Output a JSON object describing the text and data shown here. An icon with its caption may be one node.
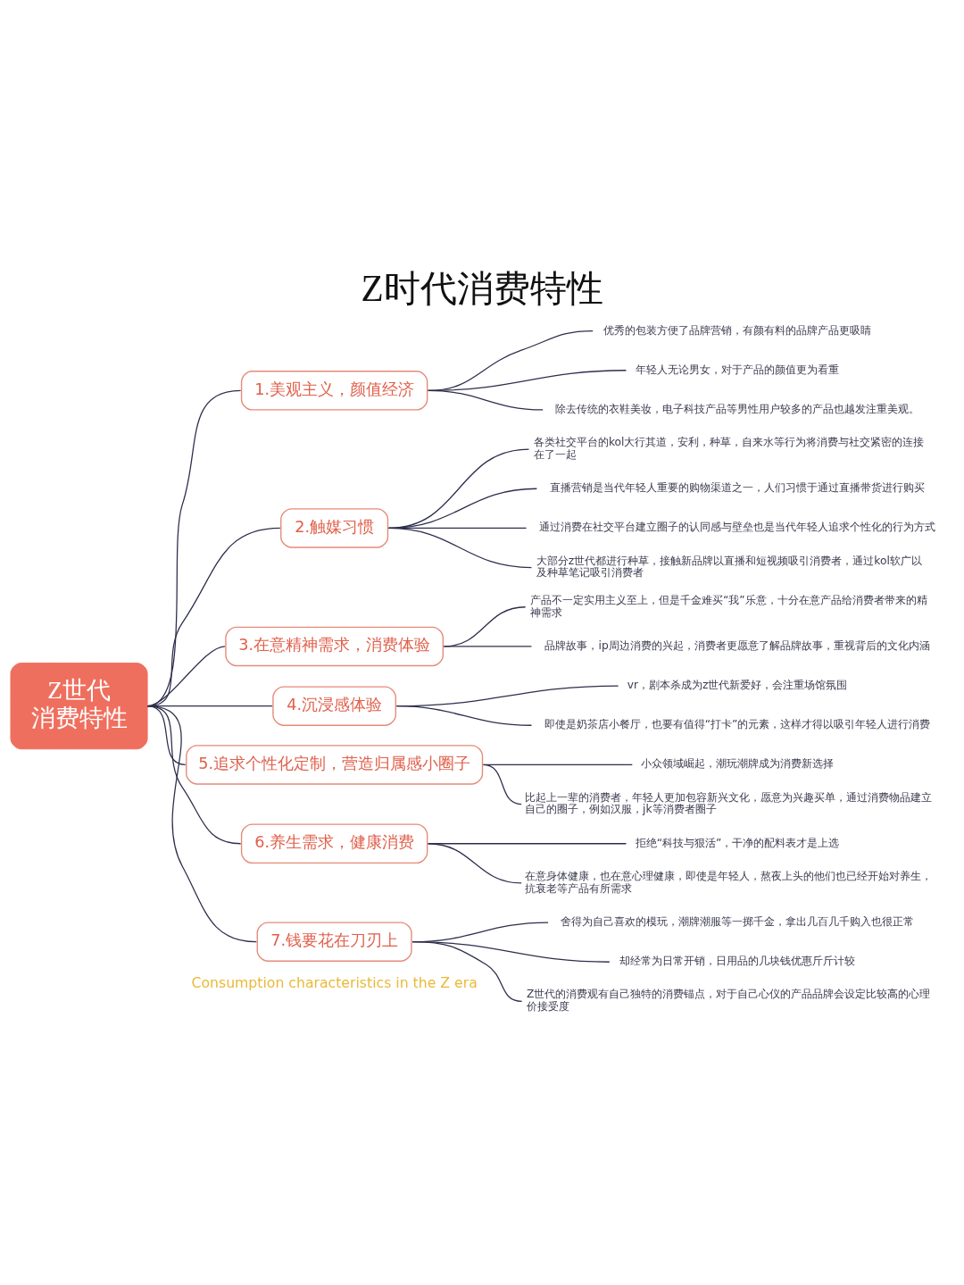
{
  "diagram": {
    "title": "Z时代消费特性",
    "nodes": [
      {
        "text": [
          "Z世代消费特性"
        ]
      },
      {
        "text": [
          "1.美观主义，颜值经济"
        ]
      },
      {
        "text": [
          "优秀的包装方便了品牌营销，有颜有料的品牌产品更吸睛"
        ]
      },
      {
        "text": [
          "年轻人无论男女，对于产品的颜值更为看重"
        ]
      },
      {
        "text": [
          "除去传统的衣鞋美妆，电子科技产品等男性用户较多的产品也越发注重美观。"
        ]
      },
      {
        "text": [
          "2.触媒习惯"
        ]
      },
      {
        "text": [
          "各类社交平台的kol大行其道，安利，种草，自来水等行为将消费与社交紧密的连接在了一起"
        ]
      },
      {
        "text": [
          "直播营销是当代年轻人重要的购物渠道之一，人们习惯于通过直播带货进行购买"
        ]
      },
      {
        "text": [
          "通过消费在社交平台建立圈子的认同感与壁垒也是当代年轻人追求个性化的行为方式"
        ]
      },
      {
        "text": [
          "大部分z世代都进行种草，接触新品牌以直播和短视频吸引消费者，通过kol软广以及种草笔记吸引消费者"
        ]
      },
      {
        "text": [
          "3.在意精神需求，消费体验"
        ]
      },
      {
        "text": [
          "产品不一定实用主义至上，但是千金难买“我”乐意，十分在意产品给消费者带来的精神需求"
        ]
      },
      {
        "text": [
          "品牌故事，ip周边消费的兴起，消费者更愿意了解品牌故事，重视背后的文化内涵"
        ]
      },
      {
        "text": [
          "4.沉浸感体验"
        ]
      },
      {
        "text": [
          "vr，剧本杀成为z世代新爱好，会注重场馆氛围"
        ]
      },
      {
        "text": [
          "即使是奶茶店小餐厅，也要有值得“打卡”的元素，这样才得以吸引年轻人进行消费"
        ]
      },
      {
        "text": [
          "5.追求个性化定制，营造归属感小圈子"
        ]
      },
      {
        "text": [
          "小众领域崛起，潮玩潮牌成为消费新选择"
        ]
      },
      {
        "text": [
          "比起上一辈的消费者，年轻人更加包容新兴文化，愿意为兴趣买单，通过消费物品建立自己的圈子，例如汉服，jk等消费者圈子"
        ]
      },
      {
        "text": [
          "6.养生需求，健康消费"
        ]
      },
      {
        "text": [
          "拒绝“科技与狠活”，干净的配料表才是上选"
        ]
      },
      {
        "text": [
          "在意身体健康，也在意心理健康，即使是年轻人，熬夜上头的他们也已经开始对养生，抗衰老等产品有所需求"
        ]
      },
      {
        "text": [
          "7.钱要花在刀刃上"
        ]
      },
      {
        "text": [
          "舍得为自己喜欢的模玩，潮牌潮服等一掷千金，拿出几百几千购入也很正常"
        ]
      },
      {
        "text": [
          "却经常为日常开销，日用品的几块钱优惠斤斤计较"
        ]
      },
      {
        "text": [
          "Z世代的消费观有自己独特的消费锚点，对于自己心仪的产品品牌会设定比较高的心理价接受度"
        ]
      }
    ],
    "edges": [
      {
        "from": 0,
        "to": 1,
        "arrow": "none"
      },
      {
        "from": 0,
        "to": 5,
        "arrow": "none"
      },
      {
        "from": 0,
        "to": 10,
        "arrow": "none"
      },
      {
        "from": 0,
        "to": 13,
        "arrow": "none"
      },
      {
        "from": 0,
        "to": 16,
        "arrow": "none"
      },
      {
        "from": 0,
        "to": 19,
        "arrow": "none"
      },
      {
        "from": 0,
        "to": 22,
        "arrow": "none"
      },
      {
        "from": 1,
        "to": 2,
        "arrow": "none"
      },
      {
        "from": 1,
        "to": 3,
        "arrow": "none"
      },
      {
        "from": 1,
        "to": 4,
        "arrow": "none"
      },
      {
        "from": 5,
        "to": 6,
        "arrow": "none"
      },
      {
        "from": 5,
        "to": 7,
        "arrow": "none"
      },
      {
        "from": 5,
        "to": 8,
        "arrow": "none"
      },
      {
        "from": 5,
        "to": 9,
        "arrow": "none"
      },
      {
        "from": 10,
        "to": 11,
        "arrow": "none"
      },
      {
        "from": 10,
        "to": 12,
        "arrow": "none"
      },
      {
        "from": 13,
        "to": 14,
        "arrow": "none"
      },
      {
        "from": 13,
        "to": 15,
        "arrow": "none"
      },
      {
        "from": 16,
        "to": 17,
        "arrow": "none"
      },
      {
        "from": 16,
        "to": 18,
        "arrow": "none"
      },
      {
        "from": 19,
        "to": 20,
        "arrow": "none"
      },
      {
        "from": 19,
        "to": 21,
        "arrow": "none"
      },
      {
        "from": 22,
        "to": 23,
        "arrow": "none"
      },
      {
        "from": 22,
        "to": 24,
        "arrow": "none"
      },
      {
        "from": 22,
        "to": 25,
        "arrow": "none"
      }
    ],
    "labels": [
      "Consumption characteristics in the Z era"
    ]
  }
}
